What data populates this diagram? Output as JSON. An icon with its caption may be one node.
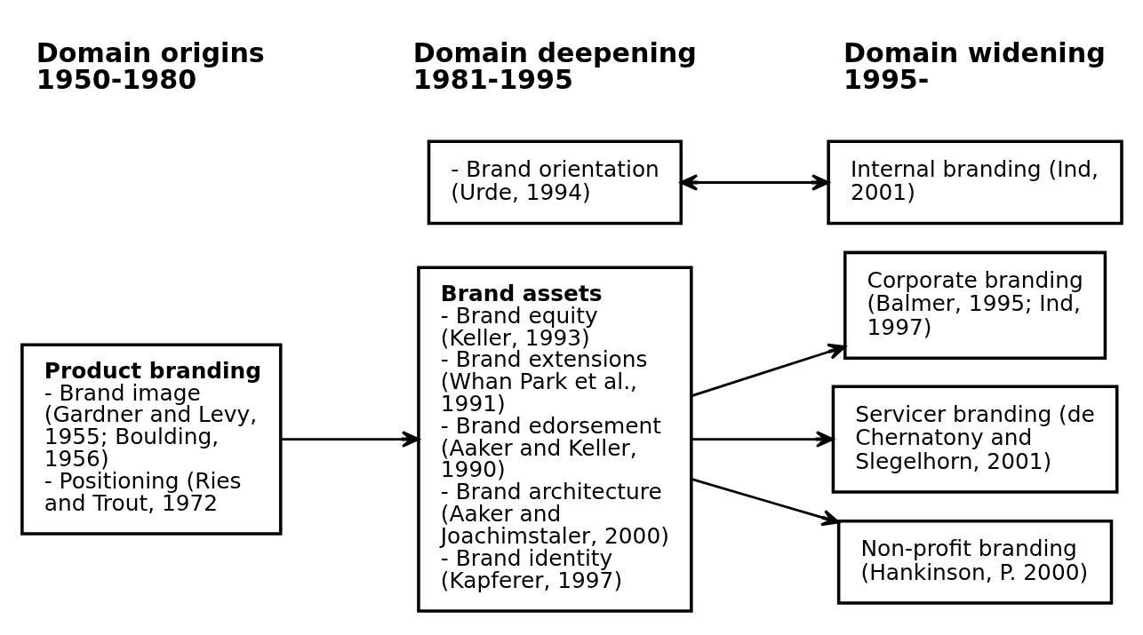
{
  "diagram": {
    "nodes": [
      {
        "text": [
          "Product branding",
          "- Brand image (Gardner and Levy, 1955; Boulding, 1956)",
          "- Positioning (Ries and Trout, 1972"
        ]
      },
      {
        "text": [
          "Brand assets",
          "- Brand equity (Keller, 1993)",
          "- Brand extensions (Whan Park et al., 1991)",
          "- Brand edorsement (Aaker and Keller, 1990)",
          "- Brand architecture (Aaker and Joachimstaler, 2000)",
          "- Brand identity (Kapferer, 1997)"
        ]
      },
      {
        "text": [
          "- Brand orientation (Urde, 1994)"
        ]
      },
      {
        "text": [
          "Corporate branding (Balmer, 1995; Ind, 1997)"
        ]
      },
      {
        "text": [
          "Servicer branding (de Chernatony and Slegelhorn, 2001)"
        ]
      },
      {
        "text": [
          "Non-profit branding (Hankinson, P. 2000)"
        ]
      },
      {
        "text": [
          "Internal branding (Ind, 2001)"
        ]
      }
    ],
    "edges": [
      {
        "from": 0,
        "to": 1,
        "arrow": "to"
      },
      {
        "from": 1,
        "to": 3,
        "arrow": "to"
      },
      {
        "from": 1,
        "to": 4,
        "arrow": "to"
      },
      {
        "from": 1,
        "to": 5,
        "arrow": "to"
      },
      {
        "from": 2,
        "to": 6,
        "arrow": "both"
      }
    ],
    "labels": [
      "Domain origins 1950-1980",
      "Domain deepening 1981-1995",
      "Domain widening 1995-"
    ]
  }
}
